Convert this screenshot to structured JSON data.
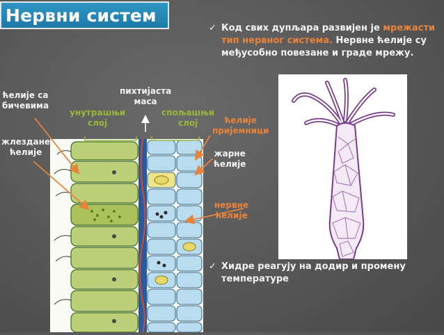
{
  "slide": {
    "title": "Нервни систем",
    "bullet1": {
      "line1_plain": "Код свих дупљара развијен је ",
      "line1_hl": "мрежасти",
      "line2_hl": "тип нервног система.",
      "line2_plain": " Нервне ћелије су",
      "line3": "међусобно повезане и граде мрежу."
    },
    "bullet2": {
      "line1": "Хидре реагују на додир и промену",
      "line2": "температуре"
    },
    "checkmark": "✓"
  },
  "labels": {
    "flagellate_cells_1": "ћелије са",
    "flagellate_cells_2": "бичевима",
    "gland_cells_1": "жлездане",
    "gland_cells_2": "ћелије",
    "mesoglea_1": "пихтијаста",
    "mesoglea_2": "маса",
    "inner_layer_1": "унутрашњи",
    "inner_layer_2": "слој",
    "outer_layer_1": "спољашњи",
    "outer_layer_2": "слој",
    "receptor_cells_1": "ћелије",
    "receptor_cells_2": "пријемници",
    "stinging_cells_1": "жарне",
    "stinging_cells_2": "ћелије",
    "nerve_cells_1": "нервне",
    "nerve_cells_2": "ћелије"
  },
  "colors": {
    "title_bg": "#2a8dbd",
    "highlight": "#e8843a",
    "green_label": "#98b83a",
    "arrow": "#e8843a",
    "inner_cells": "#bcd07a",
    "outer_cells": "#b9dcef",
    "mesoglea": "#2b5a9c",
    "hydra_net": "#7a3a8c"
  },
  "icons": [
    "checkmark-icon",
    "arrow-icon"
  ]
}
